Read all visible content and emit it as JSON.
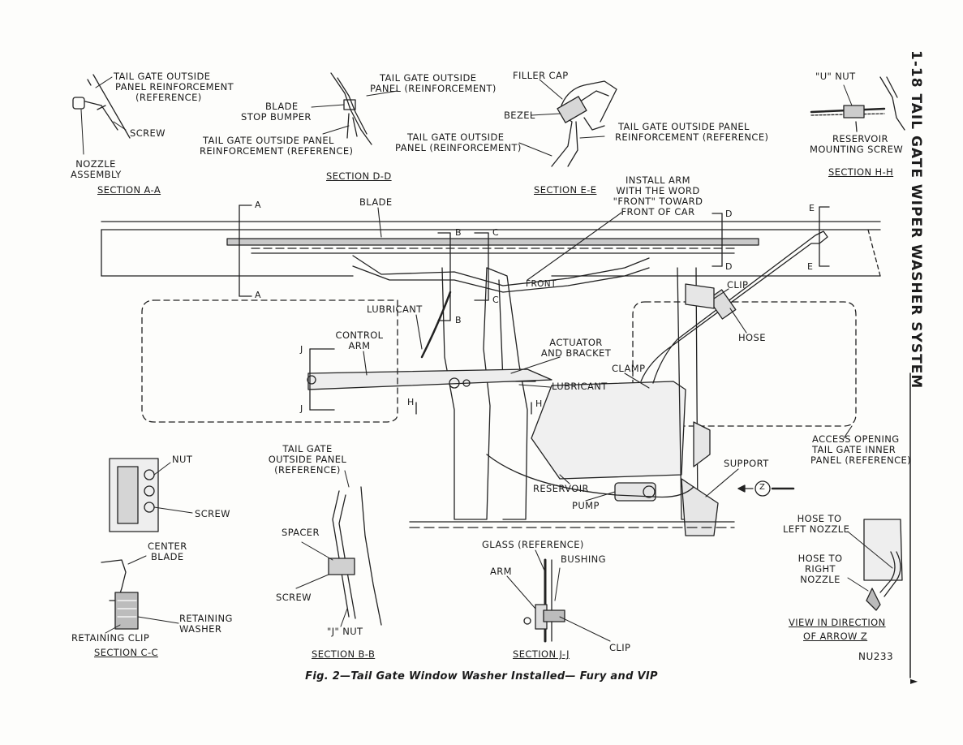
{
  "header": {
    "page_title": "1-18   TAIL GATE WIPER WASHER SYSTEM"
  },
  "caption": "Fig. 2—Tail Gate Window Washer Installed— Fury and VIP",
  "figure_id": "NU233",
  "arrow_glyph": "►",
  "sections": {
    "a": {
      "title": "SECTION A-A",
      "l1": "TAIL GATE OUTSIDE",
      "l2": "PANEL REINFORCEMENT",
      "l3": "(REFERENCE)",
      "screw": "SCREW",
      "nozzle1": "NOZZLE",
      "nozzle2": "ASSEMBLY"
    },
    "d": {
      "title": "SECTION D-D",
      "p1": "TAIL GATE OUTSIDE",
      "p2": "PANEL (REINFORCEMENT)",
      "b1": "BLADE",
      "b2": "STOP BUMPER",
      "r1": "TAIL GATE OUTSIDE PANEL",
      "r2": "REINFORCEMENT (REFERENCE)"
    },
    "e": {
      "title": "SECTION E-E",
      "filler": "FILLER CAP",
      "bezel": "BEZEL",
      "r1": "TAIL GATE OUTSIDE PANEL",
      "r2": "REINFORCEMENT (REFERENCE)",
      "p1": "TAIL GATE OUTSIDE",
      "p2": "PANEL (REINFORCEMENT)"
    },
    "h": {
      "title": "SECTION H-H",
      "unut": "\"U\" NUT",
      "res1": "RESERVOIR",
      "res2": "MOUNTING SCREW"
    },
    "c": {
      "title": "SECTION C-C",
      "nut": "NUT",
      "screw": "SCREW",
      "center1": "CENTER",
      "center2": "BLADE",
      "rw1": "RETAINING",
      "rw2": "WASHER",
      "clip": "RETAINING CLIP"
    },
    "b": {
      "title": "SECTION B-B",
      "tg1": "TAIL GATE",
      "tg2": "OUTSIDE PANEL",
      "tg3": "(REFERENCE)",
      "spacer": "SPACER",
      "screw": "SCREW",
      "jnut": "\"J\" NUT"
    },
    "j": {
      "title": "SECTION J-J",
      "glass": "GLASS (REFERENCE)",
      "bushing": "BUSHING",
      "arm": "ARM",
      "clip": "CLIP"
    },
    "z": {
      "title1": "VIEW IN DIRECTION",
      "title2": "OF ARROW Z",
      "left1": "HOSE TO",
      "left2": "LEFT NOZZLE",
      "right1": "HOSE TO",
      "right2": "RIGHT",
      "right3": "NOZZLE"
    }
  },
  "main": {
    "install1": "INSTALL ARM",
    "install2": "WITH THE WORD",
    "install3": "\"FRONT\" TOWARD",
    "install4": "FRONT OF CAR",
    "blade": "BLADE",
    "front": "FRONT",
    "lubricant1": "LUBRICANT",
    "control1": "CONTROL",
    "control2": "ARM",
    "actuator1": "ACTUATOR",
    "actuator2": "AND BRACKET",
    "clamp": "CLAMP",
    "lubricant2": "LUBRICANT",
    "clip": "CLIP",
    "hose": "HOSE",
    "access1": "ACCESS OPENING",
    "access2": "TAIL GATE INNER",
    "access3": "PANEL (REFERENCE)",
    "support": "SUPPORT",
    "reservoir": "RESERVOIR",
    "pump": "PUMP",
    "z": "Z",
    "markers": {
      "a1": "A",
      "a2": "A",
      "b1": "B",
      "b2": "B",
      "c1": "C",
      "c2": "C",
      "d1": "D",
      "d2": "D",
      "e1": "E",
      "e2": "E",
      "j1": "J",
      "j2": "J",
      "h1": "H",
      "h2": "H"
    }
  }
}
